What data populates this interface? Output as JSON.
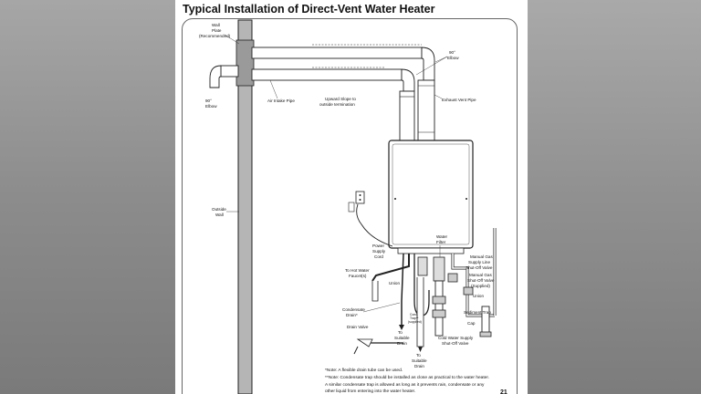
{
  "title": "Typical Installation of Direct-Vent Water Heater",
  "labels": {
    "wall_plate_1": "Wall",
    "wall_plate_2": "Plate",
    "wall_plate_3": "(Recommended)",
    "elbow_top_1": "90°",
    "elbow_top_2": "Elbow",
    "elbow_left_1": "90°",
    "elbow_left_2": "Elbow",
    "air_intake": "Air Intake Pipe",
    "upward_slope_1": "Upward Slope to",
    "upward_slope_2": "outside termination",
    "exhaust_vent": "Exhaust Vent Pipe",
    "outside_wall_1": "Outside",
    "outside_wall_2": "Wall",
    "power_cord_1": "Power",
    "power_cord_2": "Supply",
    "power_cord_3": "Cord",
    "water_filter_1": "Water",
    "water_filter_2": "Filter",
    "hot_water_1": "To Hot Water",
    "hot_water_2": "Faucet(s)",
    "gas_line_1": "Manual Gas",
    "gas_line_2": "Supply Line",
    "gas_line_3": "Shut-Off Valve",
    "gas_valve_1": "Manual Gas",
    "gas_valve_2": "Shut-Off Valve",
    "gas_valve_3": "(Supplied)",
    "union_left": "Union",
    "union_right": "Union",
    "condensate_1": "Condensate",
    "condensate_2": "Drain*",
    "sediment_trap": "Sediment Trap",
    "cap": "Cap",
    "drain_valve": "Drain Valve",
    "suitable_drain_a_1": "To",
    "suitable_drain_a_2": "Suitable",
    "suitable_drain_a_3": "Drain",
    "suitable_drain_b_1": "To",
    "suitable_drain_b_2": "Suitable",
    "suitable_drain_b_3": "Drain",
    "cold_supply_1": "Cold Water Supply",
    "cold_supply_2": "Shut-Off Valve",
    "small_vert_1": "Cond.",
    "small_vert_2": "Trap**",
    "small_vert_3": "(supplied)"
  },
  "notes": {
    "note1": "*Note: A flexible drain tube can be used.",
    "note2": "**Note: Condensate trap should be installed as close as practical to the water heater.",
    "note3": "A similar condensate trap is allowed as long as it prevents rain, condensate or any",
    "note4": "other liquid from entering into the water heater."
  },
  "page_number": "21"
}
